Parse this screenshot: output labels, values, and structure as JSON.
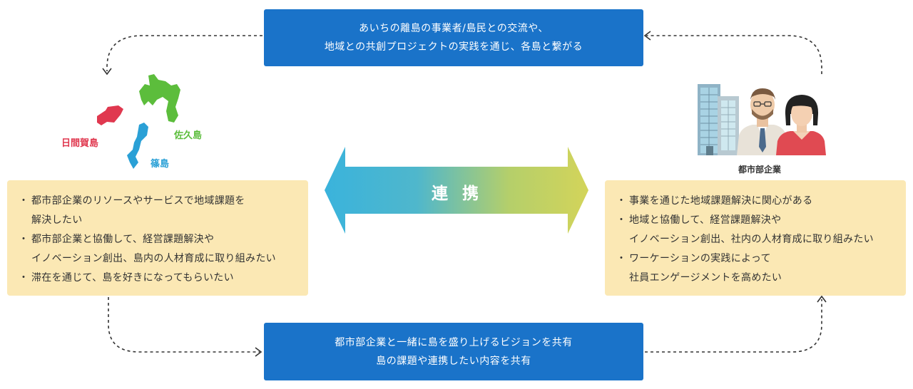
{
  "top_box": {
    "line1": "あいちの離島の事業者/島民との交流や、",
    "line2": "地域との共創プロジェクトの実践を通じ、各島と繋がる"
  },
  "bottom_box": {
    "line1": "都市部企業と一緒に島を盛り上げるビジョンを共有",
    "line2": "島の課題や連携したい内容を共有"
  },
  "islands": {
    "himakajima": {
      "label": "日間賀島",
      "color": "#e0384f"
    },
    "sakushima": {
      "label": "佐久島",
      "color": "#5cbd3c"
    },
    "shinojima": {
      "label": "篠島",
      "color": "#2aa0d6"
    }
  },
  "center_arrow": {
    "label": "連 携",
    "gradient_start": "#3ab3dc",
    "gradient_end": "#d3d45a"
  },
  "company": {
    "label": "都市部企業"
  },
  "left_box": {
    "bullet": "・",
    "items": [
      {
        "line1": "都市部企業のリソースやサービスで地域課題を",
        "line2": "解決したい"
      },
      {
        "line1": "都市部企業と協働して、経営課題解決や",
        "line2": "イノベーション創出、島内の人材育成に取り組みたい"
      },
      {
        "line1": "滞在を通じて、島を好きになってもらいたい",
        "line2": ""
      }
    ]
  },
  "right_box": {
    "bullet": "・",
    "items": [
      {
        "line1": "事業を通じた地域課題解決に関心がある",
        "line2": ""
      },
      {
        "line1": "地域と協働して、経営課題解決や",
        "line2": "イノベーション創出、社内の人材育成に取り組みたい"
      },
      {
        "line1": "ワーケーションの実践によって",
        "line2": "社員エンゲージメントを高めたい"
      }
    ]
  },
  "colors": {
    "blue_box": "#1a73c9",
    "yellow_box": "#fbe8b4",
    "dashed_line": "#333333"
  }
}
